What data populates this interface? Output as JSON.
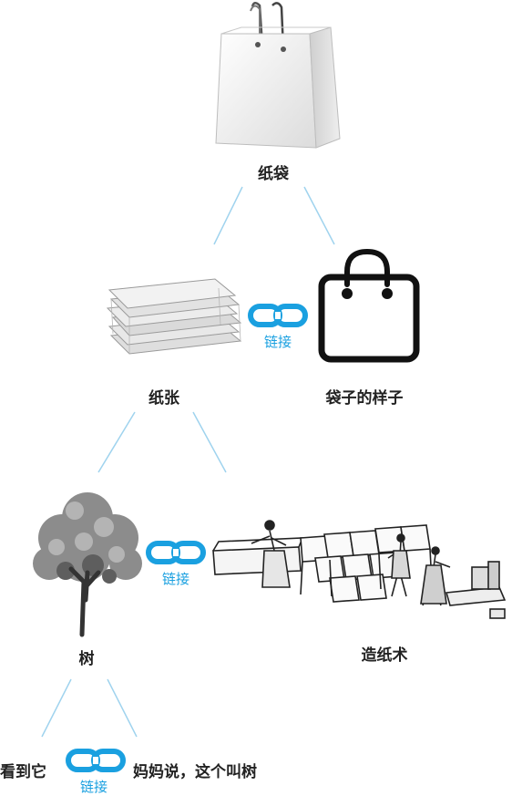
{
  "nodes": {
    "paper_bag": "纸袋",
    "paper": "纸张",
    "bag_shape": "袋子的样子",
    "tree": "树",
    "papermaking": "造纸术",
    "see_it": "看到它",
    "mom_says": "妈妈说，这个叫树"
  },
  "links": {
    "link1": "链接",
    "link2": "链接",
    "link3": "链接"
  },
  "icons": {
    "paper_bag": "shopping-bag-photo-icon",
    "paper": "paper-stack-icon",
    "bag_shape": "bag-outline-icon",
    "tree": "tree-icon",
    "papermaking": "papermaking-scene-icon",
    "link": "chain-link-icon"
  },
  "colors": {
    "connector": "#9fd3ee",
    "link": "#1aa0e0",
    "text": "#222222"
  }
}
